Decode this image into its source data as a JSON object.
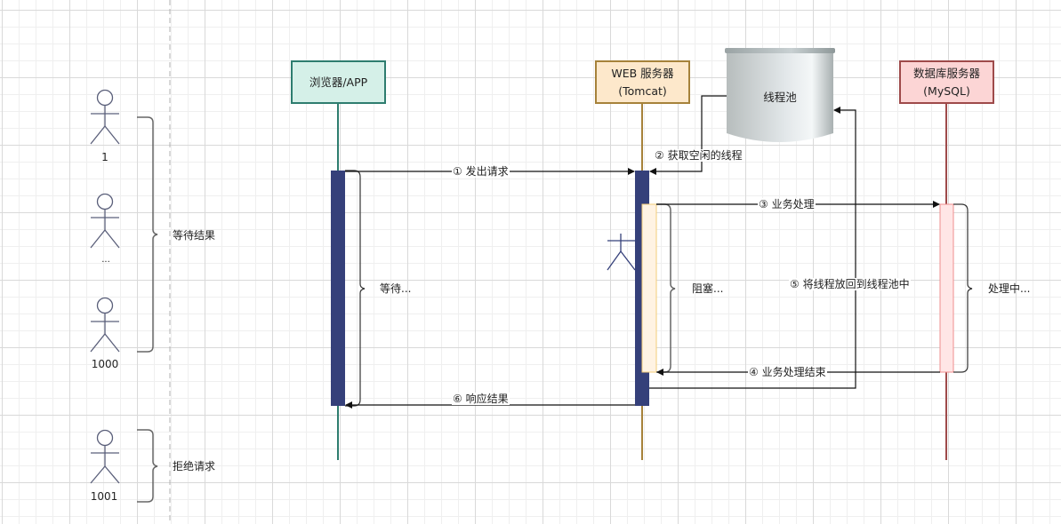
{
  "users": {
    "waiting": [
      {
        "label": "1"
      },
      {
        "label": "..."
      },
      {
        "label": "1000"
      }
    ],
    "rejected": [
      {
        "label": "1001"
      }
    ],
    "waiting_brace_label": "等待结果",
    "rejected_brace_label": "拒绝请求"
  },
  "participants": {
    "browser": {
      "line1": "浏览器/APP",
      "border": "#2e7d6f",
      "fill": "#d5f0e8"
    },
    "web": {
      "line1": "WEB 服务器",
      "line2": "(Tomcat)",
      "border": "#a6823a",
      "fill": "#fde8cb"
    },
    "db": {
      "line1": "数据库服务器",
      "line2": "(MySQL)",
      "border": "#9e4a4a",
      "fill": "#fcd5d5"
    },
    "pool": {
      "label": "线程池"
    }
  },
  "messages": [
    {
      "step": "①",
      "text": "发出请求"
    },
    {
      "step": "②",
      "text": "获取空闲的线程"
    },
    {
      "step": "③",
      "text": "业务处理"
    },
    {
      "step": "④",
      "text": "业务处理结束"
    },
    {
      "step": "⑤",
      "text": "将线程放回到线程池中"
    },
    {
      "step": "⑥",
      "text": "响应结果"
    }
  ],
  "states": {
    "browser_wait": "等待...",
    "web_block": "阻塞...",
    "db_processing": "处理中..."
  },
  "colors": {
    "activation": "#35407a",
    "web_inner_activation": "#fff3e3",
    "db_activation": "#ffe6e6"
  }
}
